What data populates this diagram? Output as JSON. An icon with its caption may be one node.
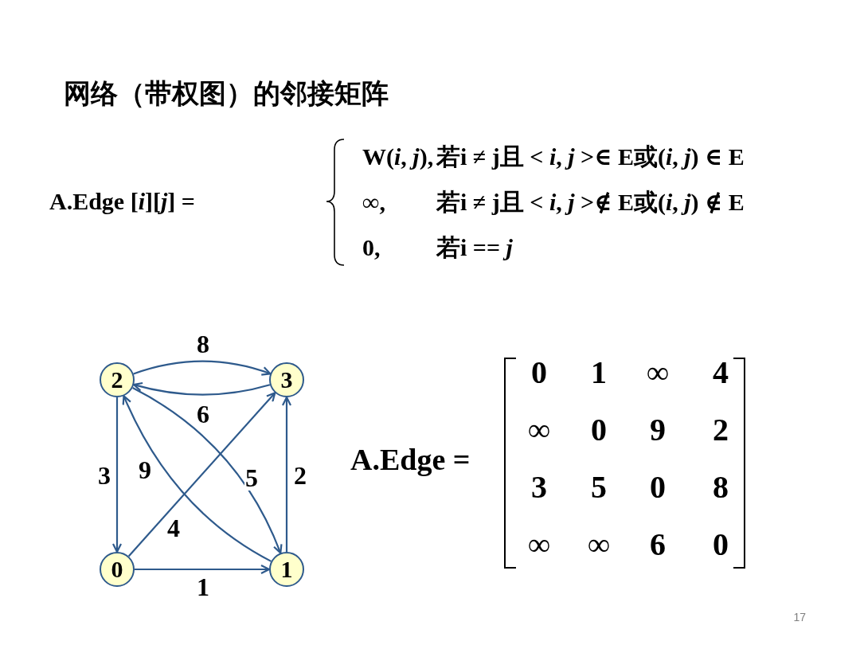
{
  "diagram": {
    "title": "网络（带权图）的邻接矩阵",
    "nodes": [
      {
        "text": [
          "2"
        ]
      },
      {
        "text": [
          "3"
        ]
      },
      {
        "text": [
          "0"
        ]
      },
      {
        "text": [
          "1"
        ]
      }
    ],
    "edges": [
      {
        "from": 0,
        "to": 1,
        "arrow": "to",
        "label": "8"
      },
      {
        "from": 1,
        "to": 0,
        "arrow": "to",
        "label": "6"
      },
      {
        "from": 0,
        "to": 2,
        "arrow": "to",
        "label": "3"
      },
      {
        "from": 3,
        "to": 0,
        "arrow": "to",
        "label": "9"
      },
      {
        "from": 0,
        "to": 3,
        "arrow": "to",
        "label": "5"
      },
      {
        "from": 3,
        "to": 1,
        "arrow": "to",
        "label": "2"
      },
      {
        "from": 2,
        "to": 1,
        "arrow": "to",
        "label": "4"
      },
      {
        "from": 2,
        "to": 3,
        "arrow": "to",
        "label": "1"
      }
    ],
    "labels": [
      "A.Edge [*i*][*j*] =",
      "W(*i*, *j*),",
      "若i ≠ j且 < *i*, *j* >∈ E或(*i*, *j*) ∈ E",
      "∞,",
      "若i ≠ j且 < *i*, *j* >∉ E或(*i*, *j*) ∉ E",
      "0,",
      "若i == *j*",
      "A.Edge =",
      "0",
      "1",
      "∞",
      "4",
      "∞",
      "0",
      "9",
      "2",
      "3",
      "5",
      "0",
      "8",
      "∞",
      "∞",
      "6",
      "0",
      "17"
    ]
  }
}
